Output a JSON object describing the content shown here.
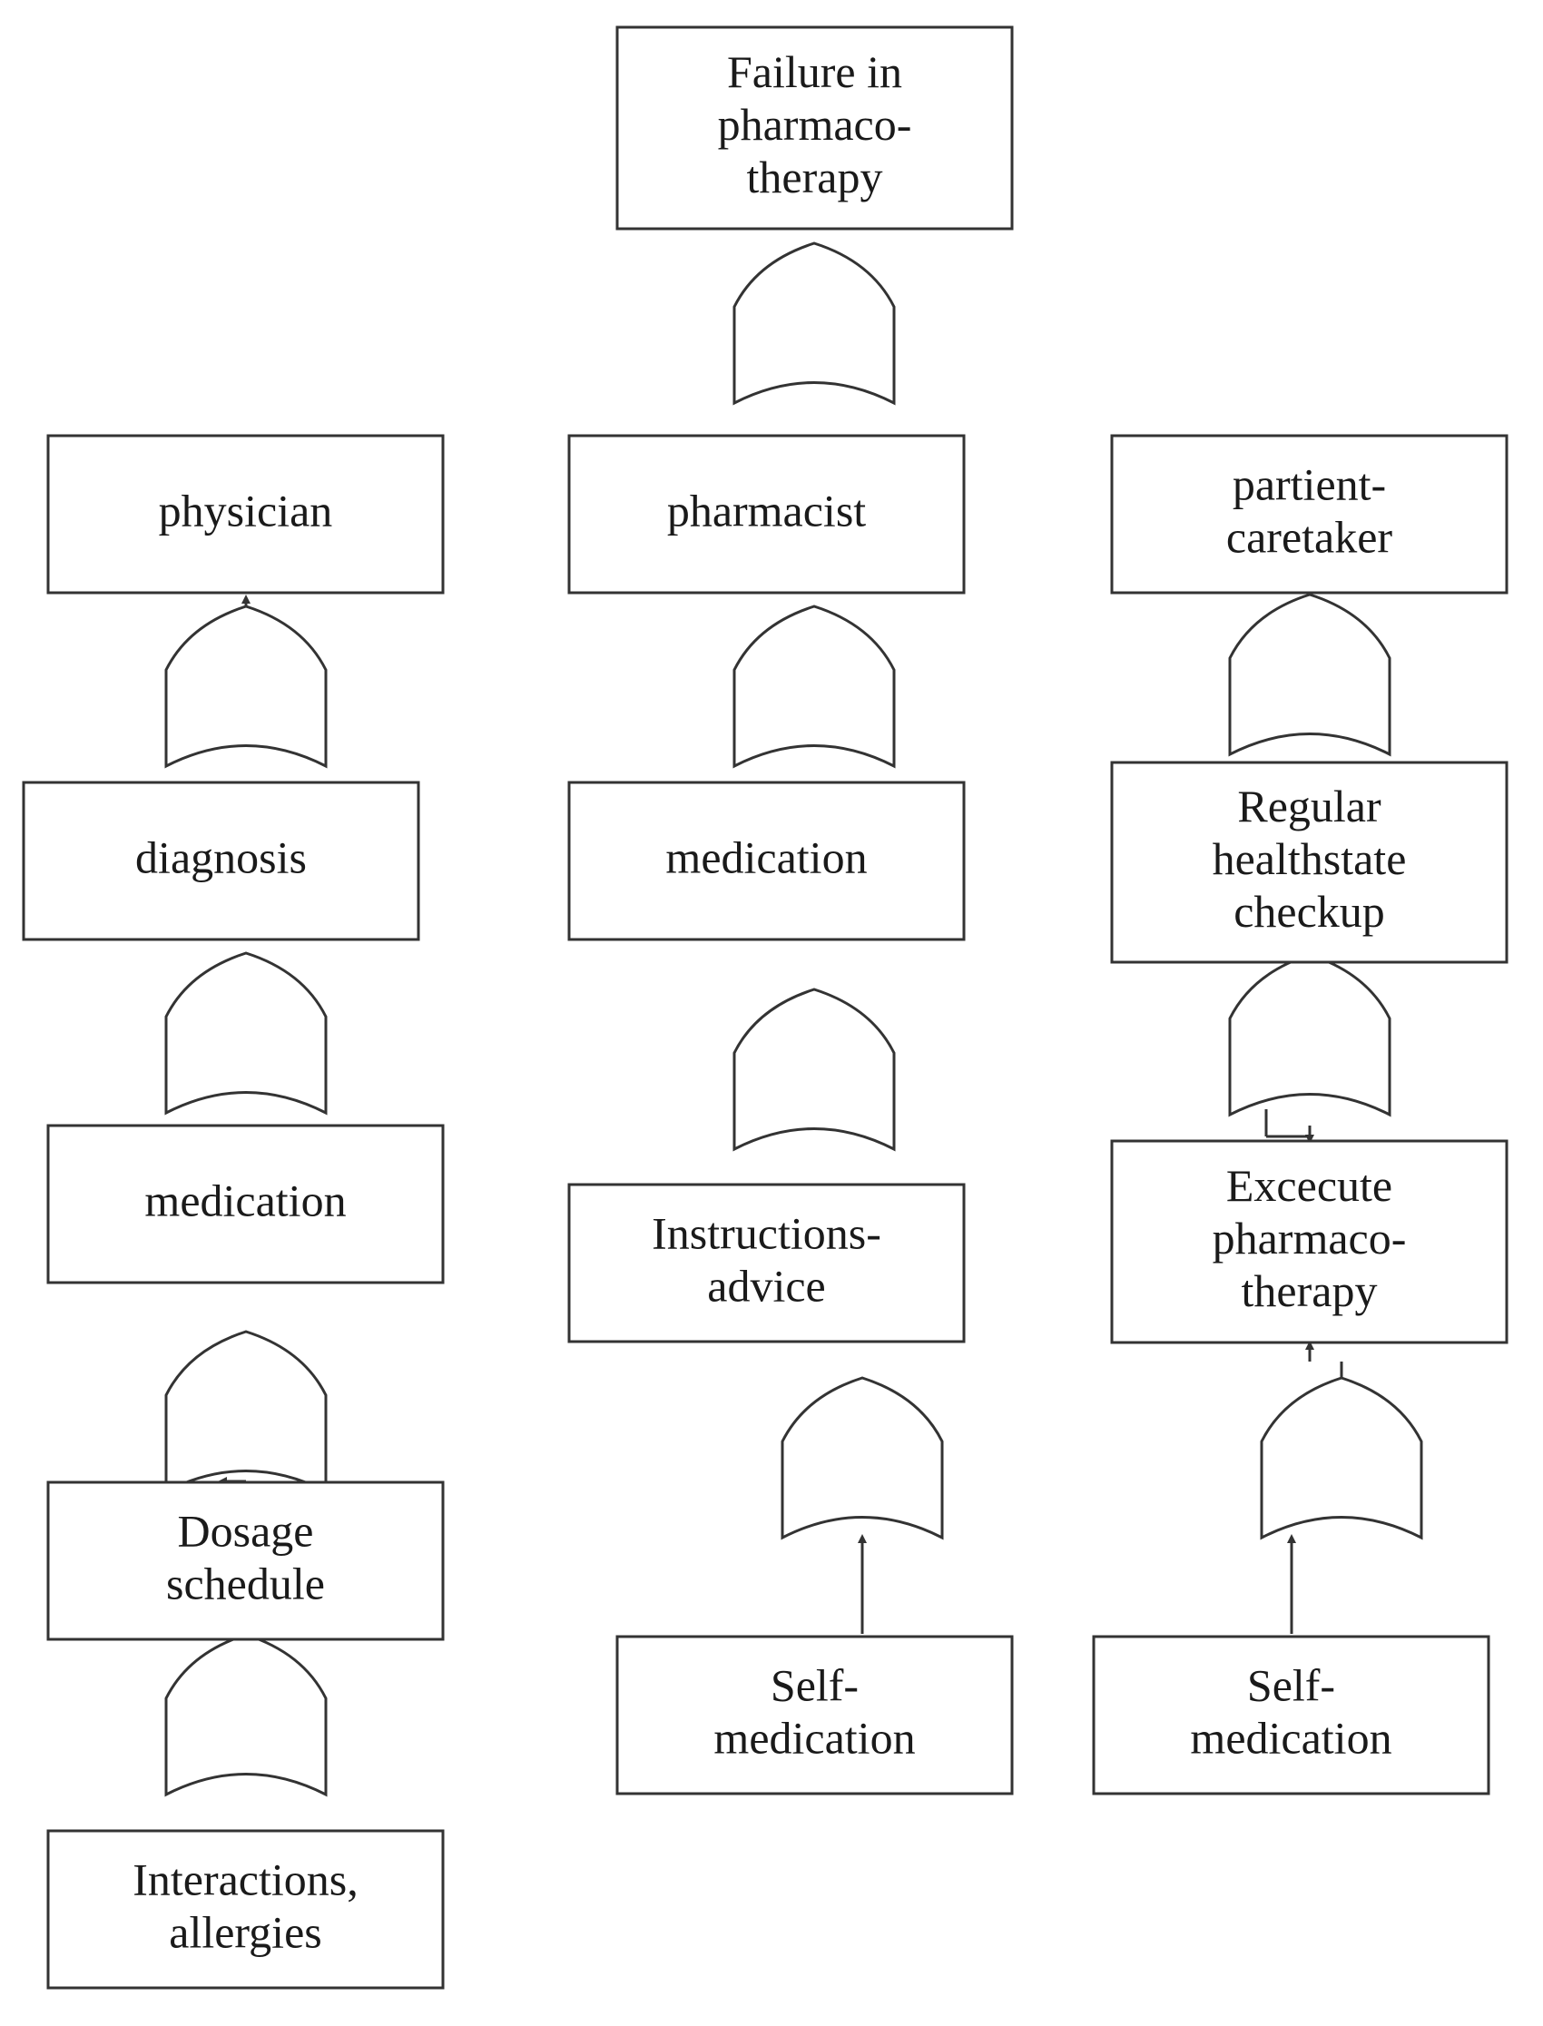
{
  "diagram": {
    "type": "fault-tree",
    "nodes": [
      {
        "id": "failure",
        "lines": [
          "Failure in",
          "pharmaco-",
          "therapy"
        ]
      },
      {
        "id": "physician",
        "lines": [
          "physician"
        ]
      },
      {
        "id": "pharmacist",
        "lines": [
          "pharmacist"
        ]
      },
      {
        "id": "patient_caretaker",
        "lines": [
          "partient-",
          "caretaker"
        ]
      },
      {
        "id": "diagnosis",
        "lines": [
          "diagnosis"
        ]
      },
      {
        "id": "medication_pharmacist",
        "lines": [
          "medication"
        ]
      },
      {
        "id": "regular_checkup",
        "lines": [
          "Regular",
          "healthstate",
          "checkup"
        ]
      },
      {
        "id": "medication_physician",
        "lines": [
          "medication"
        ]
      },
      {
        "id": "instructions_advice",
        "lines": [
          "Instructions-",
          "advice"
        ]
      },
      {
        "id": "execute_therapy",
        "lines": [
          "Excecute",
          "pharmaco-",
          "therapy"
        ]
      },
      {
        "id": "dosage_schedule",
        "lines": [
          "Dosage",
          "schedule"
        ]
      },
      {
        "id": "self_medication_1",
        "lines": [
          "Self-",
          "medication"
        ]
      },
      {
        "id": "self_medication_2",
        "lines": [
          "Self-",
          "medication"
        ]
      },
      {
        "id": "interactions_allergies",
        "lines": [
          "Interactions,",
          "allergies"
        ]
      }
    ],
    "gates": [
      {
        "id": "gate_top",
        "type": "OR",
        "output_to": "failure"
      },
      {
        "id": "gate_physician",
        "type": "OR",
        "output_to": "physician"
      },
      {
        "id": "gate_diagnosis",
        "type": "OR",
        "output_to": "diagnosis"
      },
      {
        "id": "gate_medication_physician",
        "type": "OR",
        "output_to": "medication_physician"
      },
      {
        "id": "gate_dosage",
        "type": "OR",
        "output_to": "dosage_schedule"
      },
      {
        "id": "gate_pharmacist",
        "type": "OR",
        "output_to": "pharmacist"
      },
      {
        "id": "gate_medication_pharmacist",
        "type": "OR",
        "output_to": "medication_pharmacist"
      },
      {
        "id": "gate_instructions",
        "type": "OR",
        "output_to": "instructions_advice"
      },
      {
        "id": "gate_patient",
        "type": "OR",
        "output_to": "patient_caretaker"
      },
      {
        "id": "gate_checkup",
        "type": "OR",
        "output_to": "regular_checkup"
      },
      {
        "id": "gate_execute",
        "type": "OR",
        "output_to": "execute_therapy"
      }
    ],
    "colors": {
      "stroke": "#333333",
      "text": "#1a1a1a",
      "background": "#ffffff"
    }
  }
}
